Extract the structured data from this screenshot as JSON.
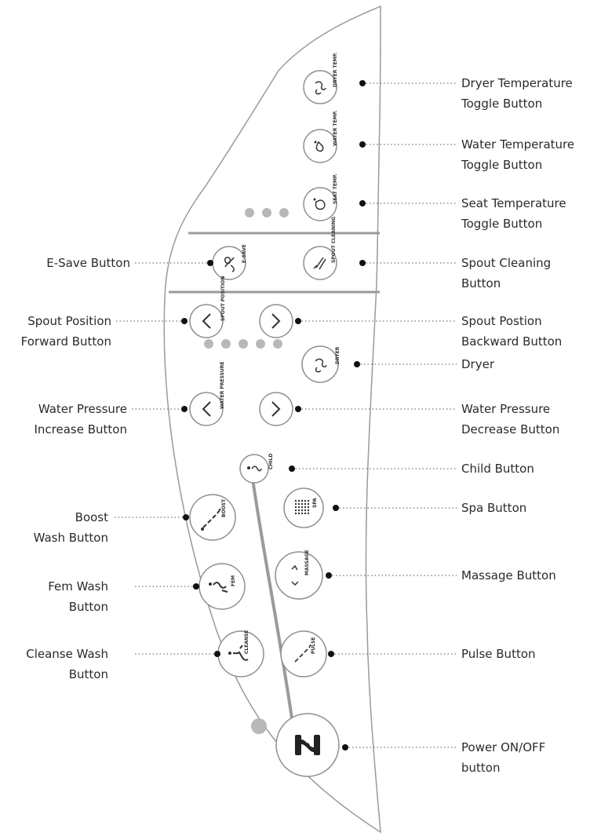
{
  "panel": {
    "buttons": {
      "dryer_temp": "DRYER TEMP.",
      "water_temp": "WATER TEMP.",
      "seat_temp": "SEAT TEMP.",
      "e_save": "E-SAVE",
      "spout_cleaning": "SPOUT CLEANING",
      "spout_position": "SPOUT POSITION",
      "dryer": "DRYER",
      "water_pressure": "WATER PRESSURE",
      "child": "CHILD",
      "spa": "SPA",
      "boost": "BOOST",
      "massage": "MASSAGE",
      "fem": "FEM",
      "cleanse": "CLEANSE",
      "pulse": "PULSE"
    }
  },
  "callouts": {
    "right": {
      "dryer_temp": [
        "Dryer Temperature",
        "Toggle Button"
      ],
      "water_temp": [
        "Water Temperature",
        "Toggle Button"
      ],
      "seat_temp": [
        "Seat Temperature",
        "Toggle Button"
      ],
      "spout_cleaning": [
        "Spout Cleaning",
        "Button"
      ],
      "spout_backward": [
        "Spout Postion",
        "Backward Button"
      ],
      "dryer": [
        "Dryer"
      ],
      "pressure_decrease": [
        "Water Pressure",
        "Decrease Button"
      ],
      "child": [
        "Child Button"
      ],
      "spa": [
        "Spa Button"
      ],
      "massage": [
        "Massage Button"
      ],
      "pulse": [
        "Pulse Button"
      ],
      "power": [
        "Power ON/OFF",
        "button"
      ]
    },
    "left": {
      "e_save": [
        "E-Save Button"
      ],
      "spout_forward": [
        "Spout Position",
        "Forward Button"
      ],
      "pressure_increase": [
        "Water Pressure",
        "Increase Button"
      ],
      "boost": [
        "Boost",
        "Wash Button"
      ],
      "fem": [
        "Fem Wash",
        "Button"
      ],
      "cleanse": [
        "Cleanse Wash",
        "Button"
      ]
    }
  },
  "colors": {
    "outline": "#9a9a9a",
    "button_ring": "#8f8f8f",
    "indicator_dot": "#b8b8b8",
    "text": "#2a2a2a"
  }
}
